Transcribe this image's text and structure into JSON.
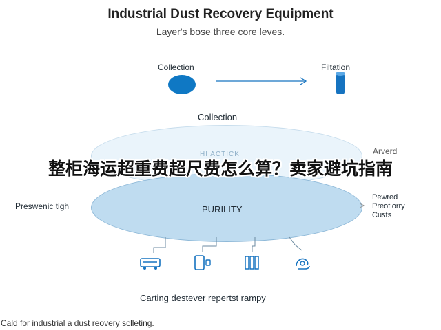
{
  "title": "Industrial Dust Recovery Equipment",
  "subtitle": "Layer's bose three core leves.",
  "top_flow": {
    "left_label": "Collection",
    "right_label": "Filtation"
  },
  "collection_label": "Collection",
  "top_layer_text": "HI ACTICK",
  "purility_label": "PURILITY",
  "overlay_text": "整柜海运超重费超尺费怎么算？卖家避坑指南",
  "left_label": "Preswenic tigh",
  "right_top_label": "Arverd",
  "right_list": [
    "Pewred",
    "Preotiorry",
    "Custs"
  ],
  "bottom_caption": "Carting destever repertst rampy",
  "footer": "Cald for industrial a dust reovery sclleting.",
  "icons": [
    "truck-icon",
    "phone-icon",
    "server-icon",
    "hand-icon"
  ],
  "accent_color": "#1673c0"
}
